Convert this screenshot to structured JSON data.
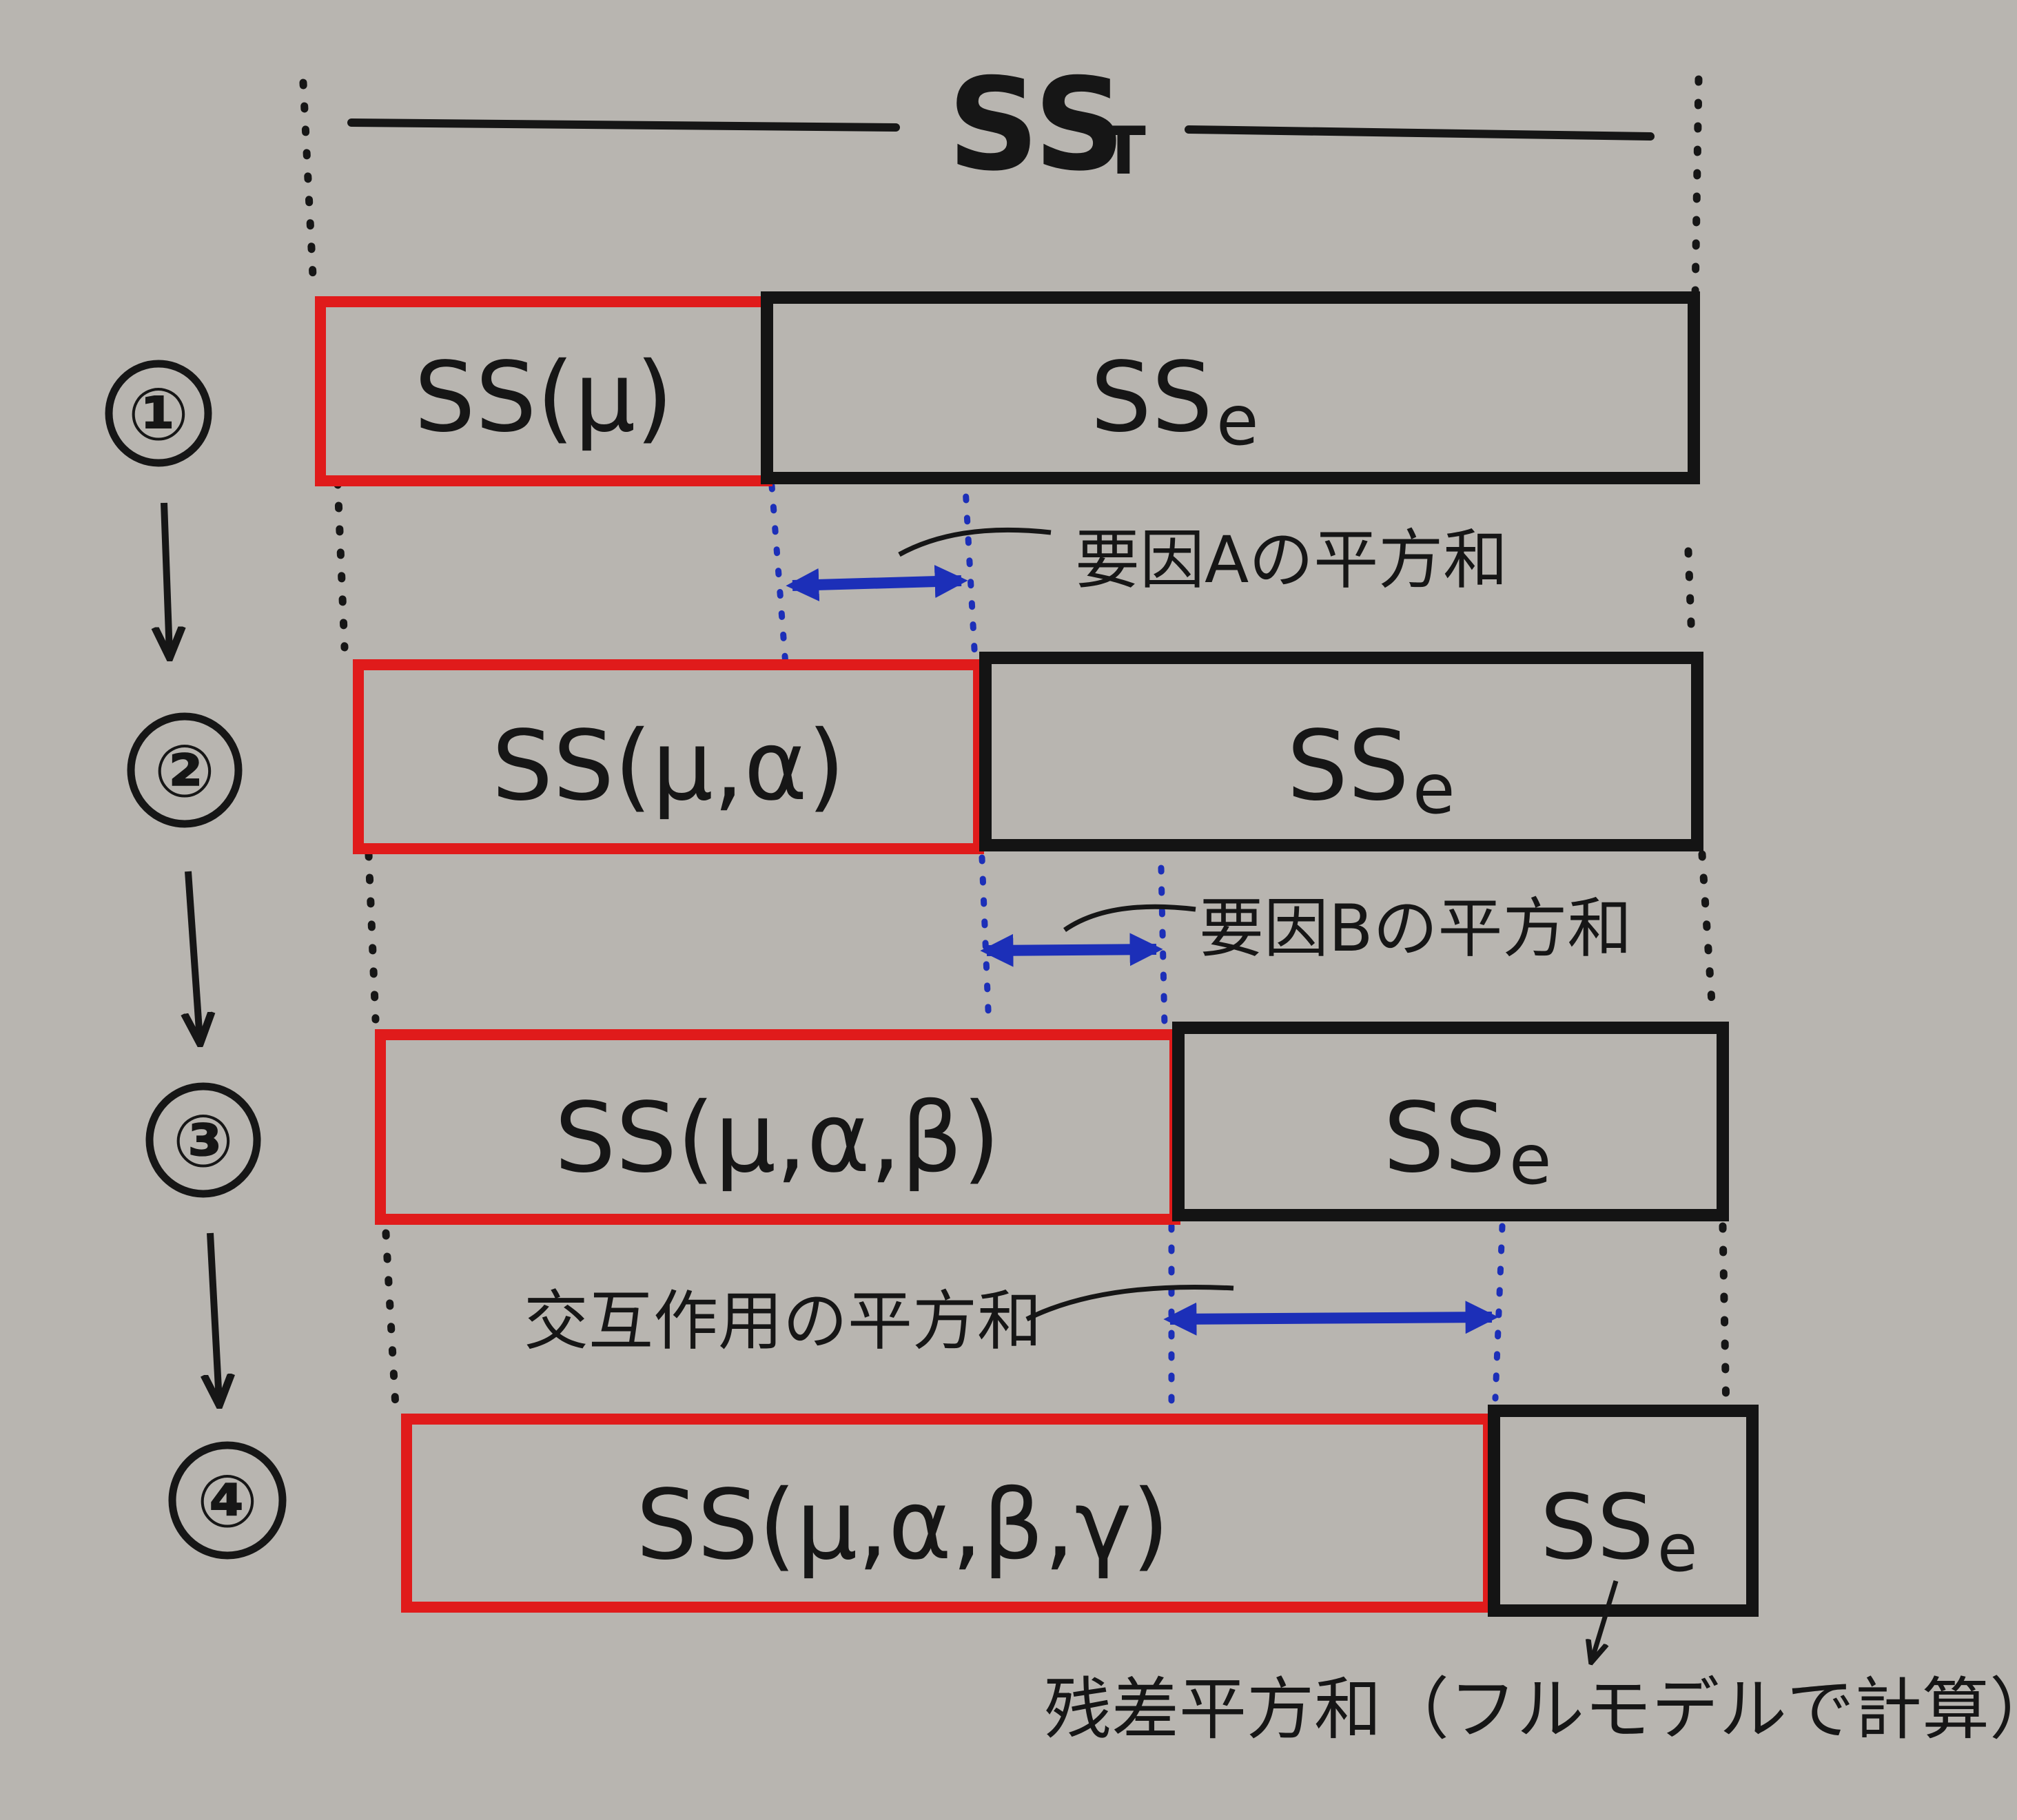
{
  "total": {
    "label": "SS",
    "subscript": "T"
  },
  "steps": [
    {
      "number": "①",
      "model_label": "SS(μ)",
      "residual_label": "SS",
      "residual_subscript": "e"
    },
    {
      "number": "②",
      "model_label": "SS(μ,α)",
      "residual_label": "SS",
      "residual_subscript": "e"
    },
    {
      "number": "③",
      "model_label": "SS(μ,α,β)",
      "residual_label": "SS",
      "residual_subscript": "e"
    },
    {
      "number": "④",
      "model_label": "SS(μ,α,β,γ)",
      "residual_label": "SS",
      "residual_subscript": "e"
    }
  ],
  "differences": [
    {
      "label": "要因Aの平方和"
    },
    {
      "label": "要因Bの平方和"
    },
    {
      "label": "交互作用の平方和"
    }
  ],
  "residual_note": "残差平方和（フルモデルで計算）",
  "colors": {
    "model_box": "#e01b1b",
    "residual_box": "#141414",
    "difference_arrow": "#1c2fb8",
    "ink": "#161616",
    "paper": "#b8b5b0"
  }
}
